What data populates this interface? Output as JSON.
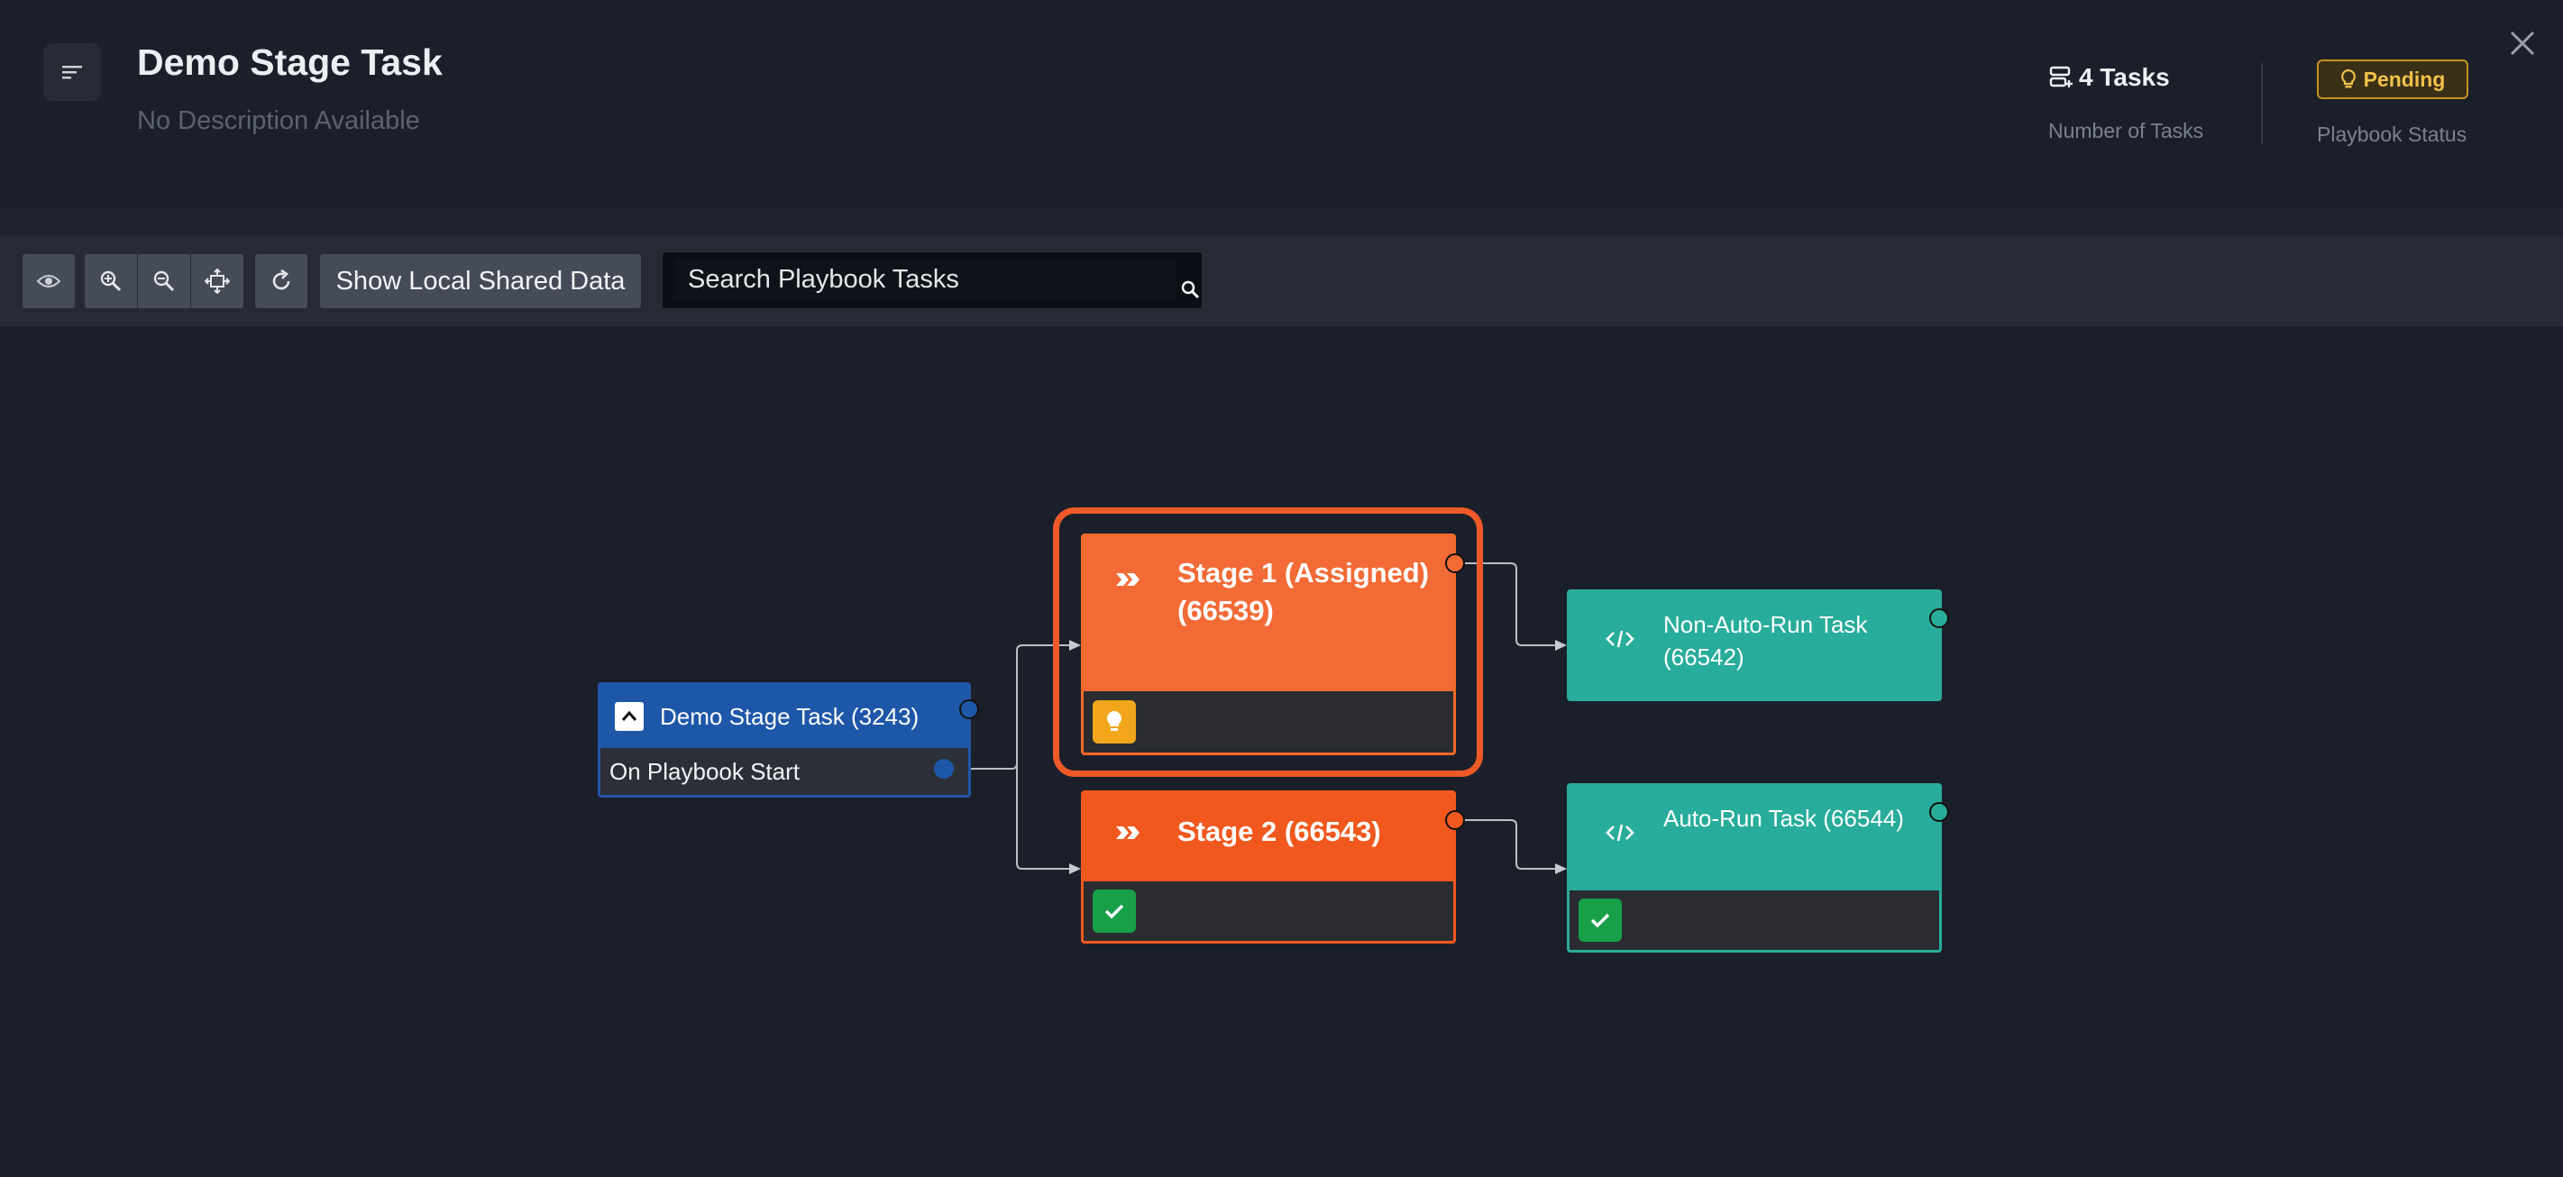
{
  "header": {
    "title": "Demo Stage Task",
    "description": "No Description Available"
  },
  "stats": {
    "tasks_value": "4 Tasks",
    "tasks_label": "Number of Tasks",
    "status_value": "Pending",
    "status_label": "Playbook Status"
  },
  "toolbar": {
    "shared_data_label": "Show Local Shared Data",
    "search_placeholder": "Search Playbook Tasks"
  },
  "nodes": {
    "start": {
      "title": "Demo Stage Task (3243)",
      "trigger": "On Playbook Start"
    },
    "stage1": {
      "title": "Stage 1 (Assigned) (66539)"
    },
    "stage2": {
      "title": "Stage 2 (66543)"
    },
    "nonauto": {
      "title": "Non-Auto-Run Task (66542)"
    },
    "auto": {
      "title": "Auto-Run Task (66544)"
    }
  },
  "colors": {
    "background": "#1b1f2a",
    "start_node": "#1f57a8",
    "stage_node": "#f26a35",
    "task_node": "#28ac9b",
    "pending": "#f3c14a",
    "success": "#18a049"
  },
  "icons": {
    "menu": "menu-icon",
    "close": "close-icon",
    "tasks": "tasks-icon",
    "pending": "lightbulb-icon",
    "eye": "eye-icon",
    "zoom_in": "zoom-in-icon",
    "zoom_out": "zoom-out-icon",
    "fit": "fit-view-icon",
    "refresh": "refresh-icon",
    "search": "search-icon",
    "stage": "chevrons-right-icon",
    "task": "code-icon",
    "check": "check-icon"
  }
}
